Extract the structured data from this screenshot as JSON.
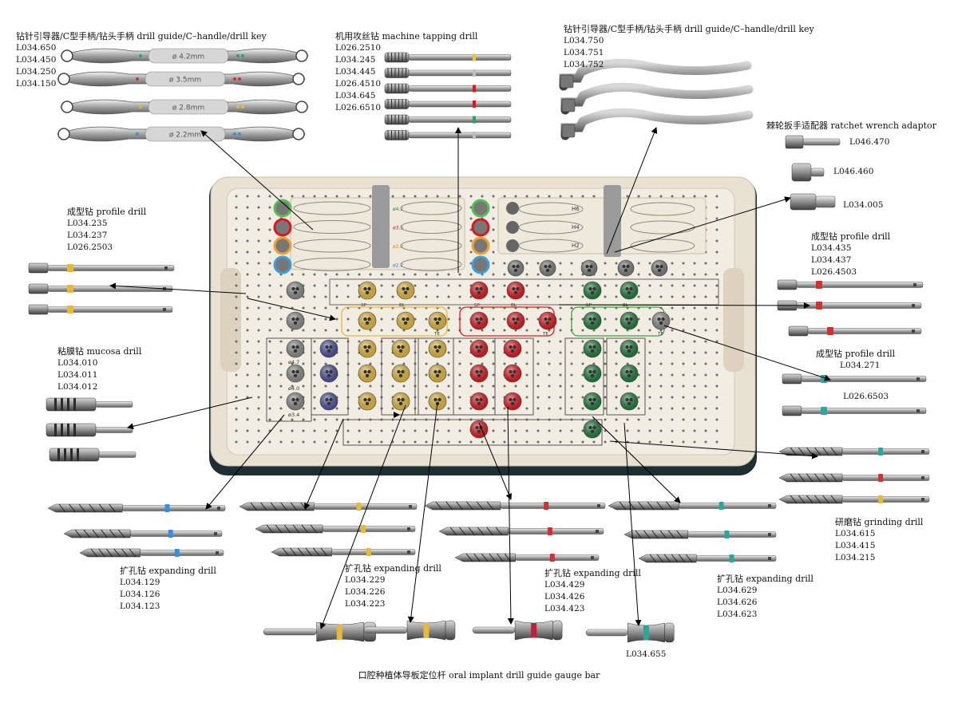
{
  "labels": {
    "guide_left": {
      "title": "钻针引导器/C型手柄/钻头手柄  drill guide/C–handle/drill key",
      "codes": [
        "L034.650",
        "L034.450",
        "L034.250",
        "L034.150"
      ]
    },
    "tapping": {
      "title": "机用攻丝钻  machine tapping drill",
      "codes": [
        "L026.2510",
        "L034.245",
        "L034.445",
        "L026.4510",
        "L034.645",
        "L026.6510"
      ]
    },
    "guide_right": {
      "title": "钻针引导器/C型手柄/钻头手柄  drill guide/C–handle/drill key",
      "codes": [
        "L034.750",
        "L034.751",
        "L034.752"
      ]
    },
    "ratchet": {
      "title": "棘轮扳手适配器  ratchet wrench adaptor"
    },
    "ratchet_codes": [
      "L046.470",
      "L046.460",
      "L034.005"
    ],
    "profile_left": {
      "title": "成型钻  profile drill",
      "codes": [
        "L034.235",
        "L034.237",
        "L026.2503"
      ]
    },
    "profile_right": {
      "title": "成型钻  profile drill",
      "codes": [
        "L034.435",
        "L034.437",
        "L026.4503"
      ]
    },
    "mucosa": {
      "title": "粘膜钻  mucosa drill",
      "codes": [
        "L034.010",
        "L034.011",
        "L034.012"
      ]
    },
    "profile_right2": {
      "title": "成型钻  profile drill",
      "codes": [
        "L034.271"
      ]
    },
    "profile_right2_extra": "L026.6503",
    "grinding": {
      "title": "研磨钻  grinding drill",
      "codes": [
        "L034.615",
        "L034.415",
        "L034.215"
      ]
    },
    "exp_blue": {
      "title": "扩孔钻  expanding drill",
      "codes": [
        "L034.129",
        "L034.126",
        "L034.123"
      ]
    },
    "exp_yellow": {
      "title": "扩孔钻  expanding drill",
      "codes": [
        "L034.229",
        "L034.226",
        "L034.223"
      ]
    },
    "exp_red": {
      "title": "扩孔钻  expanding drill",
      "codes": [
        "L034.429",
        "L034.426",
        "L034.423"
      ]
    },
    "exp_green": {
      "title": "扩孔钻  expanding drill",
      "codes": [
        "L034.629",
        "L034.626",
        "L034.623"
      ]
    },
    "gauge_code": "L034.655",
    "caption": "口腔种植体导板定位杆  oral implant drill guide gauge bar"
  },
  "guide_bars": [
    "ø 4.2mm",
    "ø 3.5mm",
    "ø 2.8mm",
    "ø 2.2mm"
  ],
  "tray": {
    "marks_left": [
      "ø4.2",
      "ø3.5",
      "ø2.8",
      "ø2.2"
    ],
    "marks_right": [
      "H6",
      "H4",
      "H2"
    ],
    "gray_col": [
      "ø4.7",
      "ø4.0",
      "ø3.4"
    ],
    "row_labels": [
      "SP",
      "BL",
      "TE"
    ]
  },
  "colors": {
    "yellow": "#e7b93a",
    "red": "#e0151b",
    "green": "#1e7a3a",
    "blue": "#4b4f9c",
    "teal": "#2aa79a",
    "gray": "#8a8a88",
    "tray": "#ece5d7"
  }
}
